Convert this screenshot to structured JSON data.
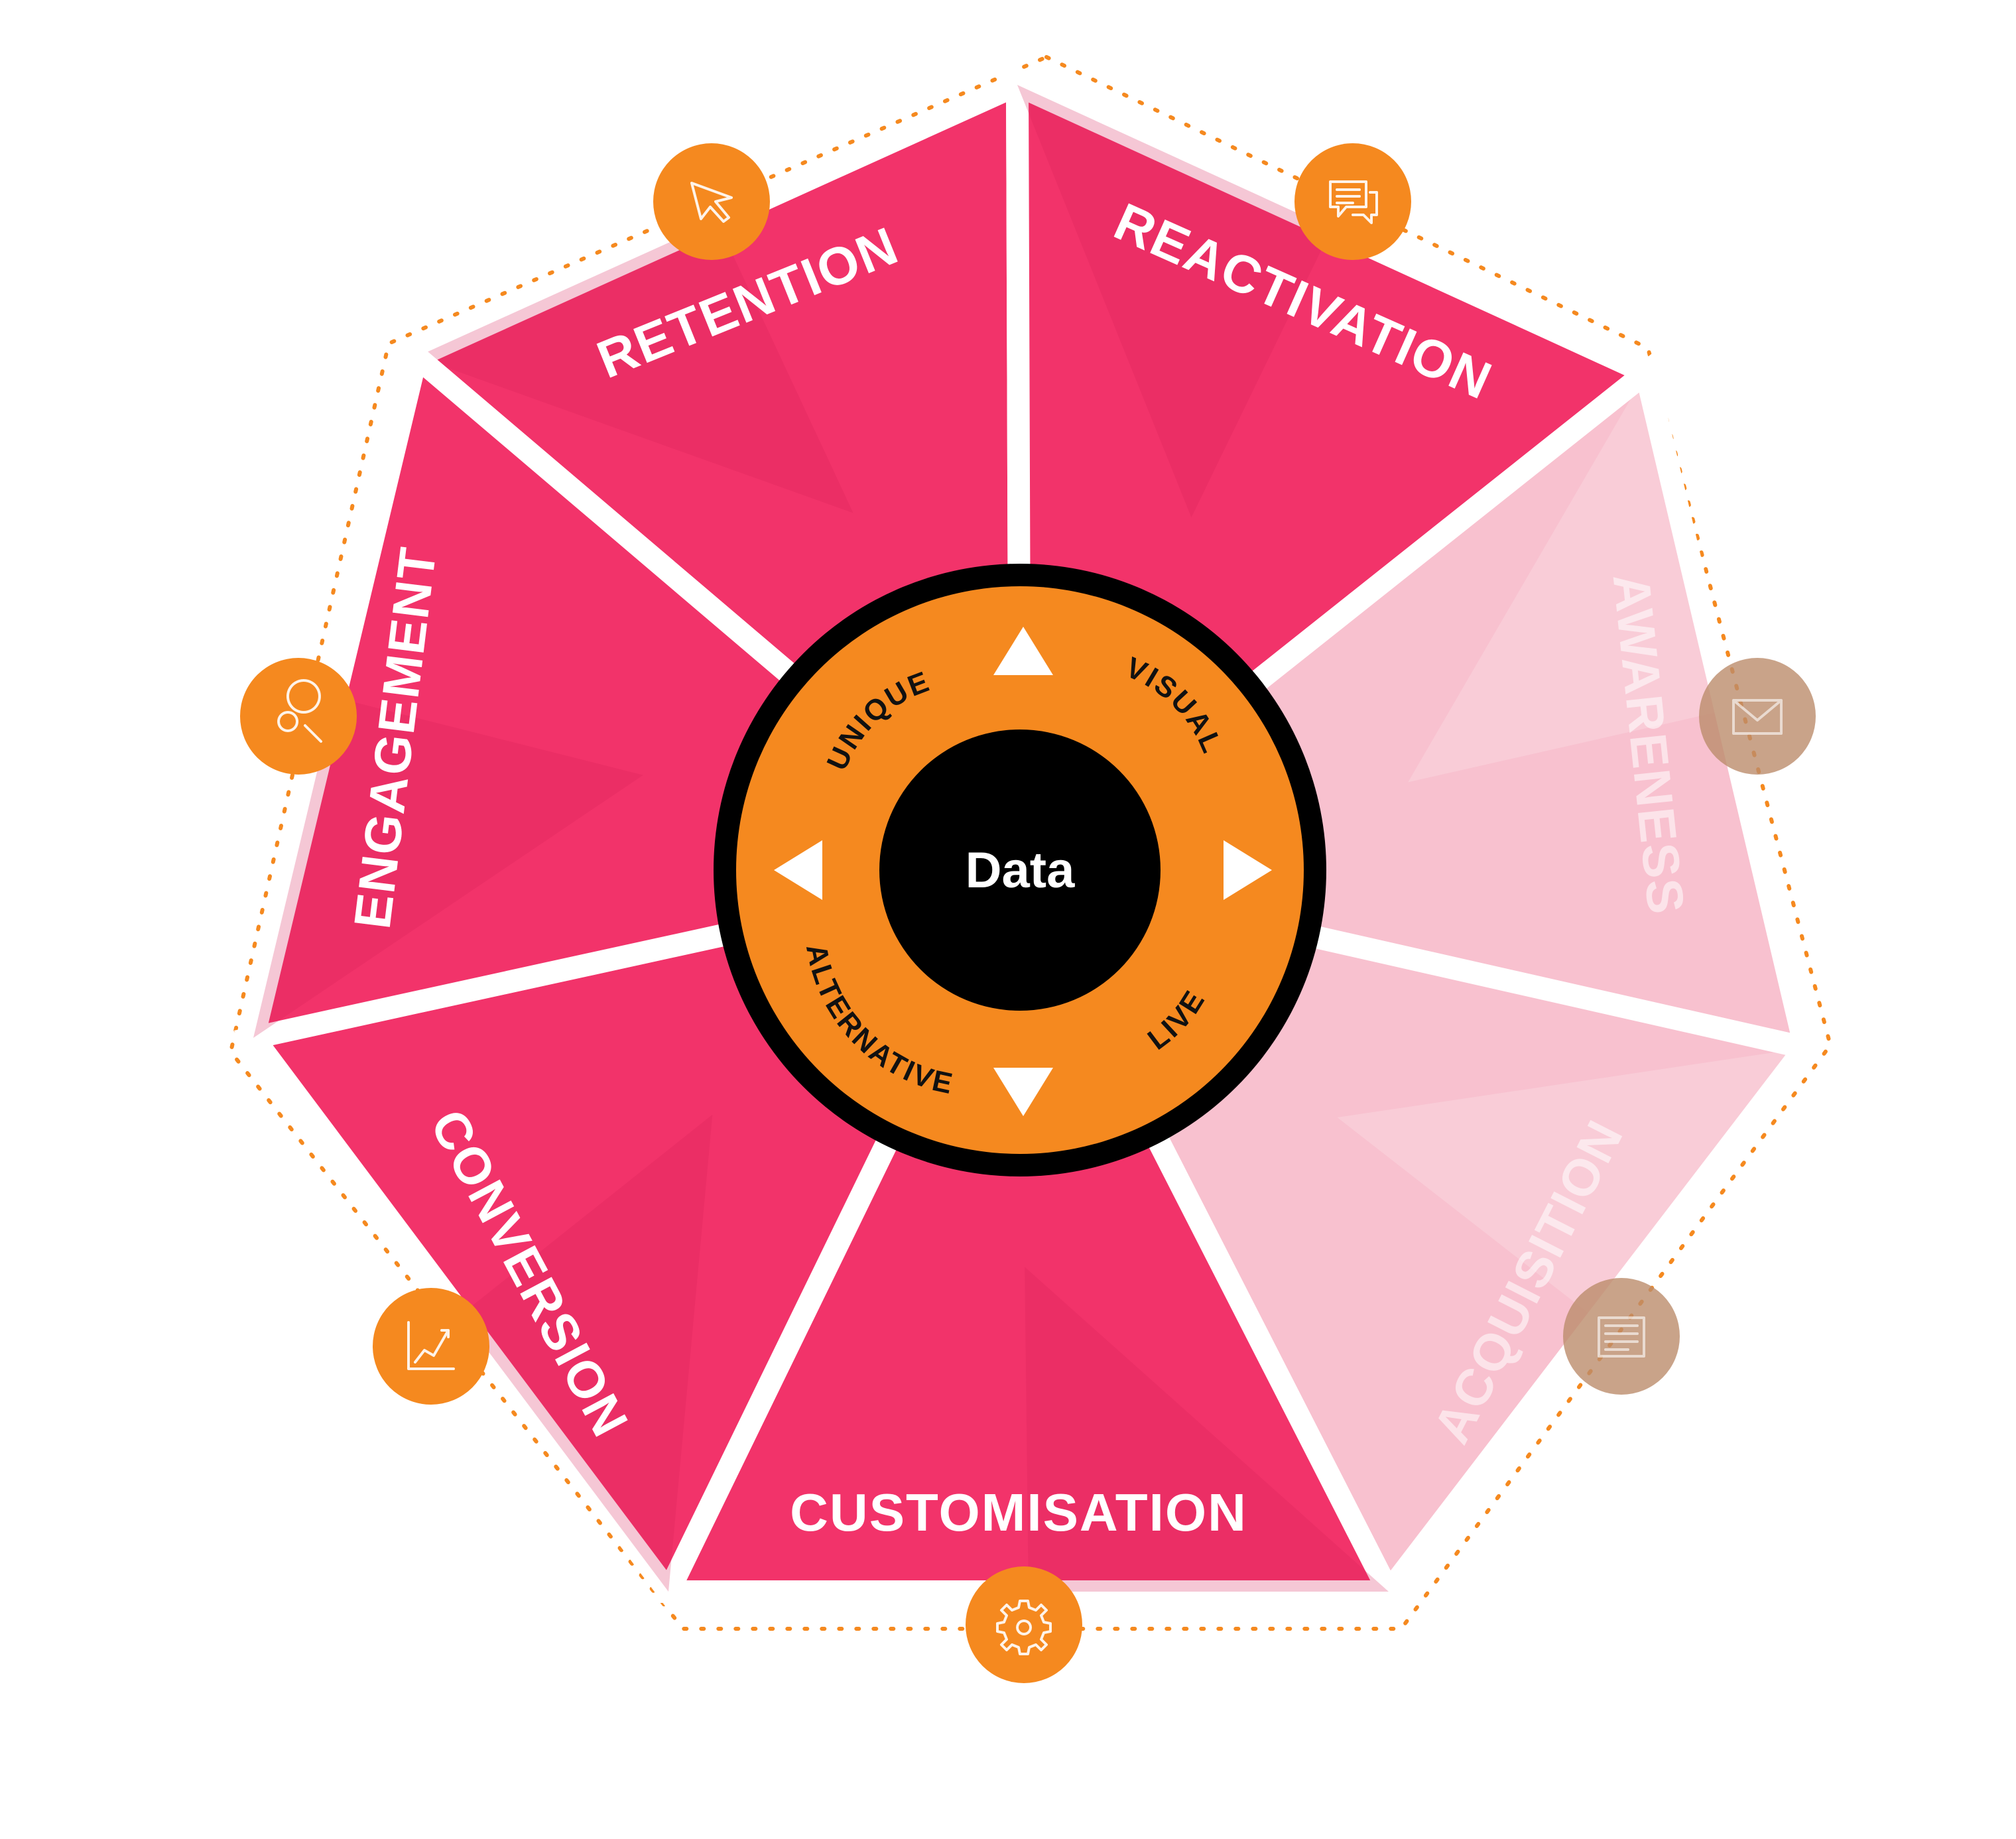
{
  "center": {
    "label": "Data"
  },
  "ring_labels": [
    "UNIQUE",
    "VISUAL",
    "LIVE",
    "ALTERNATIVE"
  ],
  "segments": [
    {
      "label": "RETENTION",
      "icon": "cursor-icon",
      "faded": false
    },
    {
      "label": "REACTIVATION",
      "icon": "chat-bubbles-icon",
      "faded": false
    },
    {
      "label": "AWARENESS",
      "icon": "envelope-icon",
      "faded": true
    },
    {
      "label": "ACQUISITION",
      "icon": "document-icon",
      "faded": true
    },
    {
      "label": "CUSTOMISATION",
      "icon": "gear-icon",
      "faded": false
    },
    {
      "label": "CONVERSION",
      "icon": "chart-icon",
      "faded": false
    },
    {
      "label": "ENGAGEMENT",
      "icon": "magnifier-icon",
      "faded": false
    }
  ],
  "colors": {
    "segment": "#F2336A",
    "segment_faded": "#F8C1CF",
    "ring": "#F5891F",
    "ring_border": "#000000",
    "core": "#000000",
    "icon_circle": "#F5891F",
    "icon_circle_faded": "#BC8C6C",
    "dotted_outline": "#F5891F"
  }
}
